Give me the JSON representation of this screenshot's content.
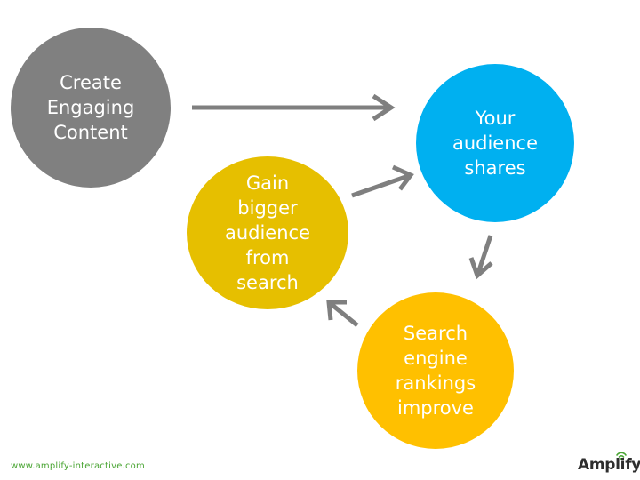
{
  "diagram": {
    "nodes": [
      {
        "id": "create",
        "label": "Create\nEngaging\nContent",
        "color": "#808080"
      },
      {
        "id": "shares",
        "label": "Your\naudience\nshares",
        "color": "#00b0f0"
      },
      {
        "id": "search",
        "label": "Search\nengine\nrankings\nimprove",
        "color": "#ffc000"
      },
      {
        "id": "gain",
        "label": "Gain\nbigger\naudience\nfrom\nsearch",
        "color": "#e6bf00"
      }
    ],
    "edges": [
      {
        "from": "create",
        "to": "shares"
      },
      {
        "from": "shares",
        "to": "search"
      },
      {
        "from": "search",
        "to": "gain"
      },
      {
        "from": "gain",
        "to": "shares"
      }
    ],
    "arrow_color": "#7f7f7f"
  },
  "footer": {
    "url": "www.amplify-interactive.com",
    "logo_text": "Amplify",
    "logo_accent_color": "#4aa534"
  }
}
